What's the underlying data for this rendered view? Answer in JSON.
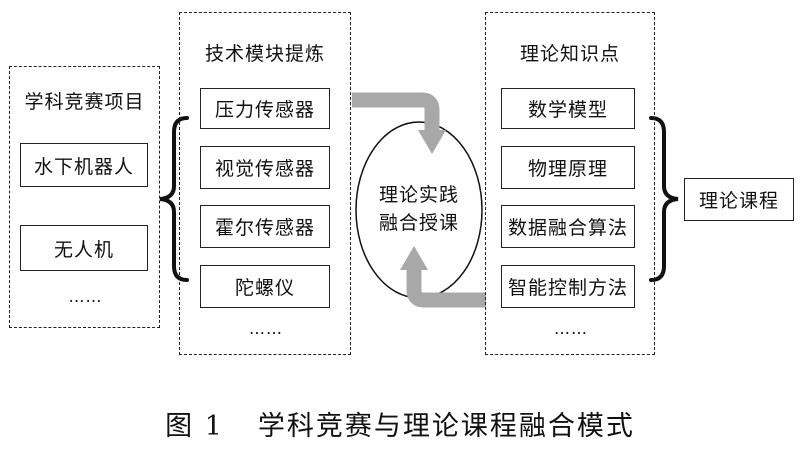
{
  "competition_panel": {
    "title": "学科竞赛项目",
    "items": [
      "水下机器人",
      "无人机"
    ],
    "more": "……"
  },
  "technology_panel": {
    "title": "技术模块提炼",
    "items": [
      "压力传感器",
      "视觉传感器",
      "霍尔传感器",
      "陀螺仪"
    ],
    "more": "……"
  },
  "center": {
    "line1": "理论实践",
    "line2": "融合授课"
  },
  "theory_panel": {
    "title": "理论知识点",
    "items": [
      "数学模型",
      "物理原理",
      "数据融合算法",
      "智能控制方法"
    ],
    "more": "……"
  },
  "course_box": {
    "label": "理论课程"
  },
  "caption": {
    "figure_label": "图 1",
    "title": "学科竞赛与理论课程融合模式"
  },
  "colors": {
    "arrow": "#a8a8a8",
    "line": "#222222"
  }
}
